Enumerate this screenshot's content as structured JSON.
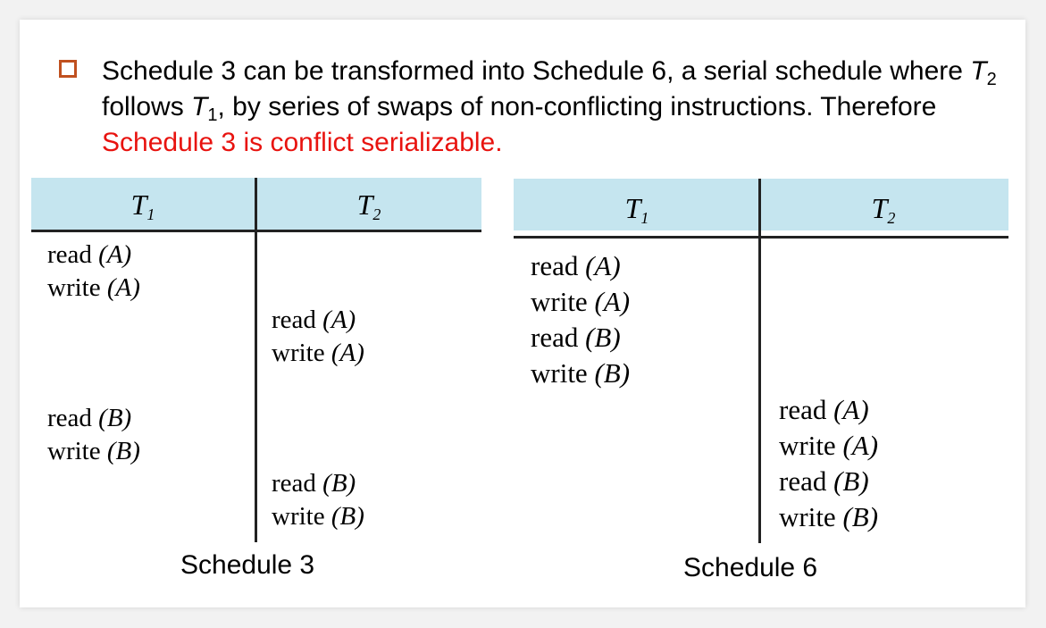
{
  "bullet": {
    "part1": "Schedule 3 can be transformed into Schedule 6, a serial schedule where ",
    "var_a": "T",
    "sub_a": "2",
    "part2": " follows ",
    "var_b": "T",
    "sub_b": "1",
    "part3": ", by series of swaps of non-conflicting instructions. Therefore ",
    "highlight": "Schedule 3 is conflict serializable.",
    "highlight_color": "#e8130f",
    "icon": "square-bullet-icon"
  },
  "schedule3": {
    "caption": "Schedule 3",
    "columns": [
      {
        "var": "T",
        "sub": "1"
      },
      {
        "var": "T",
        "sub": "2"
      }
    ],
    "t1_ops": [
      {
        "verb": "read",
        "item": "(A)"
      },
      {
        "verb": "write",
        "item": "(A)"
      },
      {
        "verb": "read",
        "item": "(B)"
      },
      {
        "verb": "write",
        "item": "(B)"
      }
    ],
    "t2_ops": [
      {
        "verb": "read",
        "item": "(A)"
      },
      {
        "verb": "write",
        "item": "(A)"
      },
      {
        "verb": "read",
        "item": "(B)"
      },
      {
        "verb": "write",
        "item": "(B)"
      }
    ]
  },
  "schedule6": {
    "caption": "Schedule 6",
    "columns": [
      {
        "var": "T",
        "sub": "1"
      },
      {
        "var": "T",
        "sub": "2"
      }
    ],
    "t1_ops": [
      {
        "verb": "read",
        "item": "(A)"
      },
      {
        "verb": "write",
        "item": "(A)"
      },
      {
        "verb": "read",
        "item": "(B)"
      },
      {
        "verb": "write",
        "item": "(B)"
      }
    ],
    "t2_ops": [
      {
        "verb": "read",
        "item": "(A)"
      },
      {
        "verb": "write",
        "item": "(A)"
      },
      {
        "verb": "read",
        "item": "(B)"
      },
      {
        "verb": "write",
        "item": "(B)"
      }
    ]
  },
  "colors": {
    "header_bg": "#c5e5ef",
    "bullet_box": "#c0501f"
  }
}
